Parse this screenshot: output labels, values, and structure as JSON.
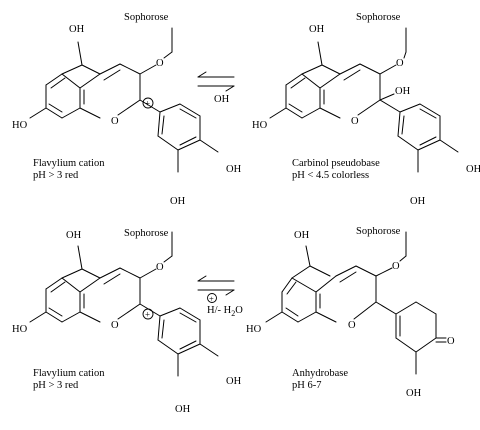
{
  "reactions": [
    {
      "reagent": "OH",
      "reagent_charge": "",
      "left": {
        "substituent": "Sophorose",
        "caption_name": "Flavylium cation",
        "caption_cond": "pH > 3 red",
        "atoms": {
          "oh5": "OH",
          "oh7": "HO",
          "o1": "O",
          "o3": "O",
          "oh3p": "OH",
          "oh4p": "OH"
        },
        "charge": "+"
      },
      "right": {
        "substituent": "Sophorose",
        "caption_name": "Carbinol pseudobase",
        "caption_cond": "pH < 4.5 colorless",
        "atoms": {
          "oh5": "OH",
          "oh7": "HO",
          "o1": "O",
          "o3": "O",
          "oh2": "OH",
          "oh3p": "OH",
          "oh4p": "OH"
        }
      }
    },
    {
      "reagent": "H/- H",
      "reagent_sub": "2",
      "reagent_tail": "O",
      "reagent_charge": "+",
      "left": {
        "substituent": "Sophorose",
        "caption_name": "Flavylium cation",
        "caption_cond": "pH > 3 red",
        "atoms": {
          "oh5": "OH",
          "oh7": "HO",
          "o1": "O",
          "o3": "O",
          "oh3p": "OH",
          "oh4p": "OH"
        },
        "charge": "+"
      },
      "right": {
        "substituent": "Sophorose",
        "caption_name": "Anhydrobase",
        "caption_cond": "pH 6-7",
        "atoms": {
          "oh5": "OH",
          "oh7": "HO",
          "o1": "O",
          "o3": "O",
          "oh3p": "OH",
          "keto": "O"
        }
      }
    }
  ]
}
